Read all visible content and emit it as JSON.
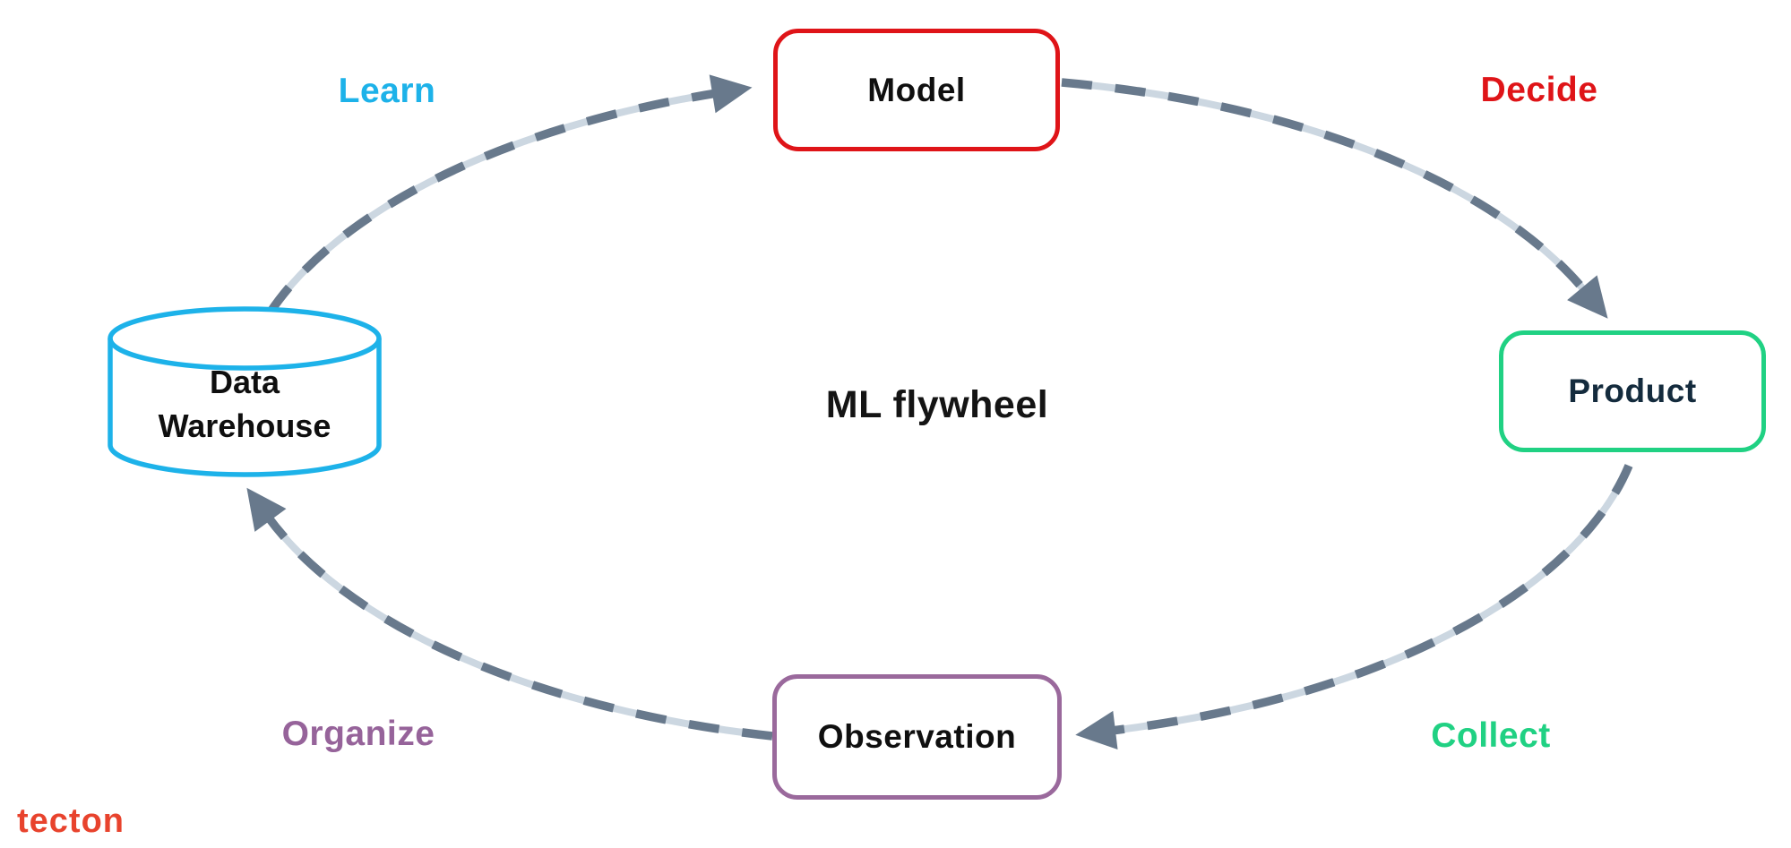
{
  "diagram": {
    "title": "ML flywheel",
    "nodes": [
      {
        "id": "model",
        "label": "Model",
        "shape": "rounded-rect",
        "border_color": "#df1418",
        "text_color": "#0f0f0f"
      },
      {
        "id": "product",
        "label": "Product",
        "shape": "rounded-rect",
        "border_color": "#20d183",
        "text_color": "#142b3d"
      },
      {
        "id": "observation",
        "label": "Observation",
        "shape": "rounded-rect",
        "border_color": "#9a699c",
        "text_color": "#0f0f0f"
      },
      {
        "id": "data_warehouse",
        "label": "Data Warehouse",
        "shape": "cylinder",
        "border_color": "#1db2e9",
        "text_color": "#0f0f0f"
      }
    ],
    "edges": [
      {
        "id": "learn",
        "label": "Learn",
        "color": "#1db2e9",
        "from": "data_warehouse",
        "to": "model"
      },
      {
        "id": "decide",
        "label": "Decide",
        "color": "#df1418",
        "from": "model",
        "to": "product"
      },
      {
        "id": "collect",
        "label": "Collect",
        "color": "#20d183",
        "from": "product",
        "to": "observation"
      },
      {
        "id": "organize",
        "label": "Organize",
        "color": "#96639a",
        "from": "observation",
        "to": "data_warehouse"
      }
    ],
    "edge_style": {
      "dash_color": "#68798c",
      "underlay_color": "#ccd7e1",
      "arrowhead_color": "#68798c",
      "style": "dashed-ellipse-clockwise"
    }
  },
  "branding": {
    "logo_text": "tecton",
    "logo_color": "#e8432d"
  }
}
